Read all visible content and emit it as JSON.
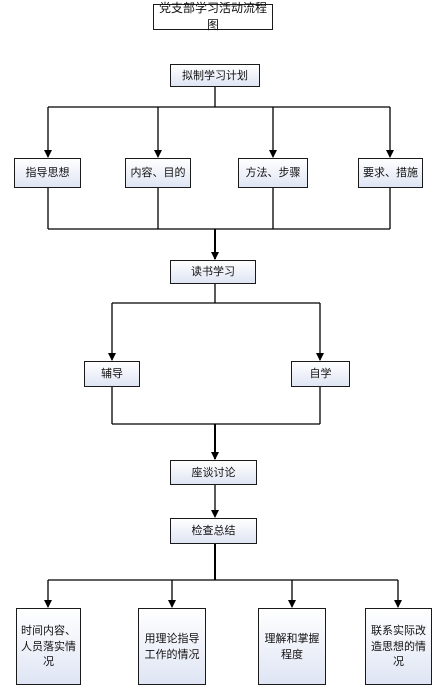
{
  "title": "党支部学习活动流程图",
  "nodes": {
    "plan": "拟制学习计划",
    "guiding_thought": "指导思想",
    "content_purpose": "内容、目的",
    "method_steps": "方法、步骤",
    "requirements_measures": "要求、措施",
    "reading_study": "读书学习",
    "tutoring": "辅导",
    "self_study": "自学",
    "discussion": "座谈讨论",
    "inspection_summary": "检查总结",
    "check_time_content": "时间内容、人员落实情况",
    "check_theory_guidance": "用理论指导工作的情况",
    "check_understanding": "理解和掌握程度",
    "check_practice": "联系实际改造思想的情况"
  }
}
